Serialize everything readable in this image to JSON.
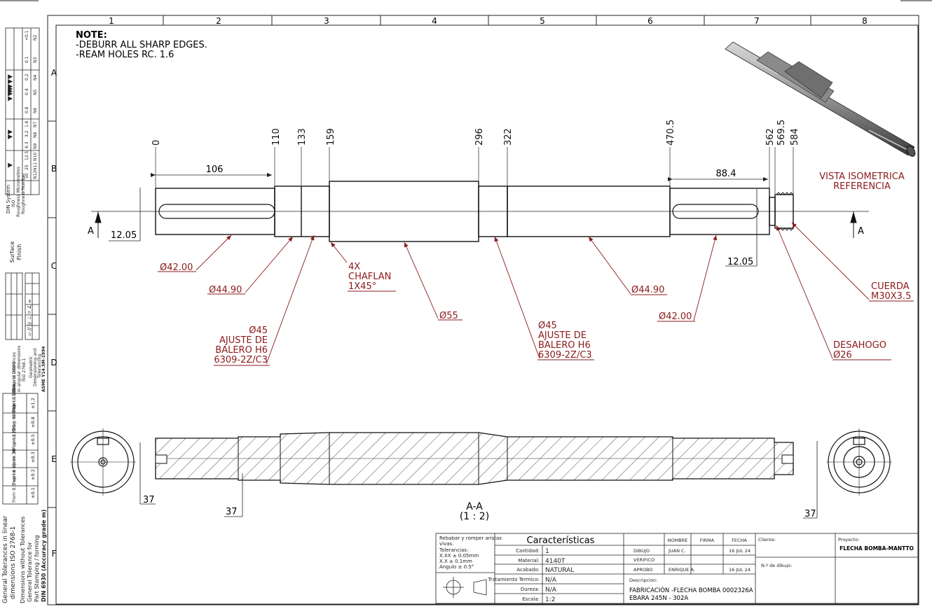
{
  "zones": {
    "columns": [
      "1",
      "2",
      "3",
      "4",
      "5",
      "6",
      "7",
      "8"
    ],
    "rows": [
      "A",
      "B",
      "C",
      "D",
      "E",
      "F"
    ]
  },
  "note": {
    "title": "NOTE:",
    "lines": [
      "-DEBURR ALL SHARP EDGES.",
      "-REAM HOLES RC. 1.6"
    ]
  },
  "dimensions": {
    "stations": [
      "0",
      "110",
      "133",
      "159",
      "296",
      "322",
      "470.5",
      "562",
      "569.5",
      "584"
    ],
    "left_keyway_length": "106",
    "right_keyway_length": "88.4",
    "left_keyway_depth": "12.05",
    "right_keyway_depth": "12.05",
    "section_depth_left": "37",
    "section_depth_mid": "37",
    "section_depth_right": "37"
  },
  "callouts": {
    "d42_left": "Ø42.00",
    "d44_left": "Ø44.90",
    "chamfer": [
      "4X",
      "CHAFLAN",
      "1X45°"
    ],
    "d55": "Ø55",
    "bearing_left": [
      "Ø45",
      "AJUSTE DE",
      "BALERO H6",
      "6309-2Z/C3"
    ],
    "bearing_right": [
      "Ø45",
      "AJUSTE DE",
      "BALERO H6",
      "6309-2Z/C3"
    ],
    "d44_right": "Ø44.90",
    "d42_right": "Ø42.00",
    "thread": [
      "CUERDA",
      "M30X3.5"
    ],
    "relief": [
      "DESAHOGO",
      "Ø26"
    ],
    "iso_view": [
      "VISTA ISOMETRICA",
      "REFERENCIA"
    ]
  },
  "section": {
    "marker": "A",
    "label": "A-A",
    "scale": "(1 : 2)"
  },
  "sidebar": {
    "surface_finish": [
      "Surface",
      "Finish"
    ],
    "din_system": [
      "DIN System",
      "ISO",
      "Roughness Micrometres",
      "Roughness Number"
    ],
    "roughness_values": [
      "50",
      "25",
      "12.5",
      "6.3",
      "3.2",
      "1.6",
      "0.8",
      "0.4",
      "0.2",
      "0.1",
      "<0.1"
    ],
    "roughness_numbers": [
      "N12",
      "N11",
      "N10",
      "N9",
      "N8",
      "N7",
      "N6",
      "N5",
      "N4",
      "N3",
      "N2"
    ],
    "angular_title": [
      "General tolerances",
      "in angular dimensions",
      "ISO 2768-1"
    ],
    "gdt_title": [
      "Geometric",
      "Dimensioning and",
      "Tolerancing",
      "ASME Y14.5M-1994"
    ],
    "linear_ranges": [
      "from 0.5 up to 6",
      "from 6 up to 30",
      "from 30 up to 120",
      "from 120 up to 400",
      "from 400 up to 1000",
      "from 1000 up to 2000"
    ],
    "linear_tols": [
      "±0.1",
      "±0.2",
      "±0.3",
      "±0.5",
      "±0.8",
      "±1.2"
    ],
    "linear_title": [
      "General Tolerances in linear",
      "dimensions  ISO 2768-1"
    ],
    "linear_subtitle": [
      "Dimensions without Tolerances",
      "General Tolerance for",
      "Part Stamping / forming",
      "DIN 6930 (Accuracy grade m)"
    ]
  },
  "title_block": {
    "note_lines": [
      "Rebabar y romper aristas",
      "vivas.",
      "Tolerancias:",
      "X.XX ± 0.05mm",
      "X.X  ± 0.1mm",
      "Angulo    ± 0.5°"
    ],
    "caracteristicas": "Características",
    "rows": [
      {
        "label": "Cantidad:",
        "value": "1"
      },
      {
        "label": "Material:",
        "value": "4140T"
      },
      {
        "label": "Acabado:",
        "value": "NATURAL"
      },
      {
        "label": "Tratamiento Termico:",
        "value": "N/A"
      },
      {
        "label": "Dureza:",
        "value": "N/A"
      },
      {
        "label": "Escala:",
        "value": "1:2"
      }
    ],
    "headers": {
      "nombre": "NOMBRE",
      "firma": "FIRMA",
      "fecha": "FECHA"
    },
    "people": [
      {
        "role": "DIBUJO",
        "name": "JUAN C.",
        "date": "16 JUL 24"
      },
      {
        "role": "VERIFICO",
        "name": "",
        "date": ""
      },
      {
        "role": "APROBO",
        "name": "ENRIQUE A.",
        "date": "16 JUL 24"
      }
    ],
    "descripcion_label": "Descripcion:",
    "descripcion": [
      "FABRICACIÓN -FLECHA BOMBA 0002326A",
      "EBARA 245N -  302A"
    ],
    "cliente_label": "Cliente:",
    "proyecto_label": "Proyecto:",
    "proyecto": "FLECHA BOMBA-MANTTO",
    "dibujo_label": "N.º de dibujo:"
  }
}
